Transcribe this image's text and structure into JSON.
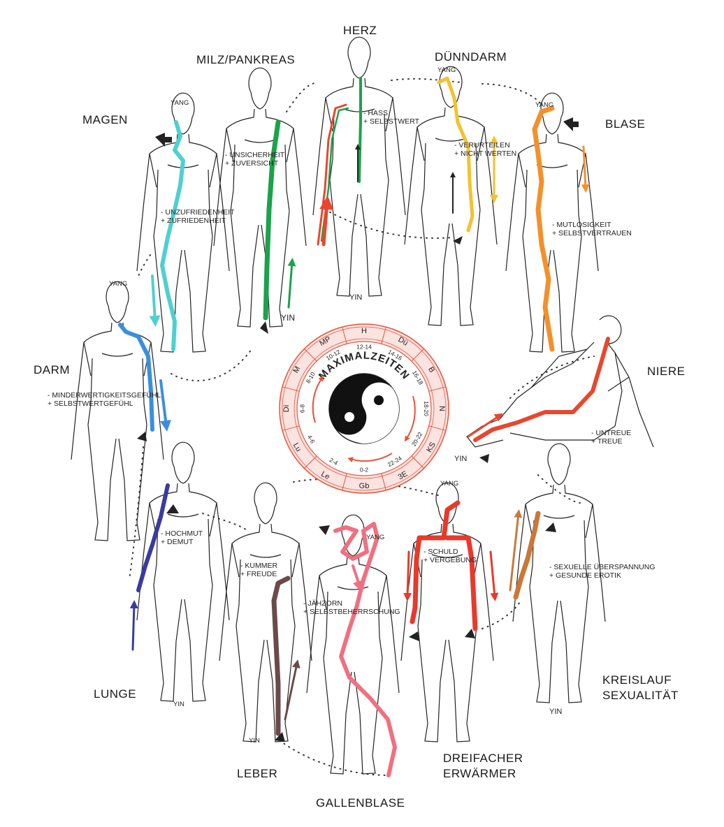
{
  "meridians": [
    {
      "id": "herz",
      "name": "HERZ",
      "emotion_neg": "- HASS",
      "emotion_pos": "+ SELBSTWERT",
      "yin_yang": "YIN",
      "color": "#1aa34a",
      "color2": "#e8472e"
    },
    {
      "id": "duenndarm",
      "name": "DÜNNDARM",
      "emotion_neg": "- VERURTEILEN",
      "emotion_pos": "+ NICHT WERTEN",
      "yin_yang": "YANG",
      "color": "#f2c230"
    },
    {
      "id": "blase",
      "name": "BLASE",
      "emotion_neg": "- MUTLOSIGKEIT",
      "emotion_pos": "+ SELBSTVERTRAUEN",
      "yin_yang": "YANG",
      "color": "#f4902a"
    },
    {
      "id": "niere",
      "name": "NIERE",
      "emotion_neg": "- UNTREUE",
      "emotion_pos": "+ TREUE",
      "yin_yang": "YIN",
      "color": "#e8472e"
    },
    {
      "id": "kreislauf",
      "name_line1": "KREISLAUF",
      "name_line2": "SEXUALITÄT",
      "emotion_neg": "- SEXUELLE ÜBERSPANNUNG",
      "emotion_pos": "+ GESUNDE EROTIK",
      "yin_yang": "YIN",
      "color": "#c9783a"
    },
    {
      "id": "dreifacher",
      "name_line1": "DREIFACHER",
      "name_line2": "ERWÄRMER",
      "emotion_neg": "- SCHULD",
      "emotion_pos": "+ VERGEBUNG",
      "yin_yang": "YANG",
      "color": "#e8392b"
    },
    {
      "id": "gallenblase",
      "name": "GALLENBLASE",
      "emotion_neg": "- JÄHZORN",
      "emotion_pos": "+ SELBSTBEHERRSCHUNG",
      "yin_yang": "YANG",
      "color": "#f07080"
    },
    {
      "id": "leber",
      "name": "LEBER",
      "emotion_neg": "- KUMMER",
      "emotion_pos": "+ FREUDE",
      "yin_yang": "YIN",
      "color": "#6b4a4a"
    },
    {
      "id": "lunge",
      "name": "LUNGE",
      "emotion_neg": "- HOCHMUT",
      "emotion_pos": "+ DEMUT",
      "yin_yang": "YIN",
      "color": "#3a3aa0"
    },
    {
      "id": "darm",
      "name": "DARM",
      "emotion_neg": "- MINDERWERTIGKEITSGEFÜHL",
      "emotion_pos": "+ SELBSTWERTGEFÜHL",
      "yin_yang": "YANG",
      "color": "#3a8ee0"
    },
    {
      "id": "magen",
      "name": "MAGEN",
      "emotion_neg": "- UNZUFRIEDENHEIT",
      "emotion_pos": "+ ZUFRIEDENHEIT",
      "yin_yang": "YANG",
      "color": "#4fd0d0"
    },
    {
      "id": "milz",
      "name": "MILZ/PANKREAS",
      "emotion_neg": "- UNSICHERHEIT",
      "emotion_pos": "+ ZUVERSICHT",
      "yin_yang": "YIN",
      "color": "#1aa34a"
    }
  ],
  "clock": {
    "title": "MAXIMALZEITEN",
    "segments": [
      {
        "abbr": "H",
        "time": "12-14"
      },
      {
        "abbr": "Dü",
        "time": "14-16"
      },
      {
        "abbr": "B",
        "time": "16-18"
      },
      {
        "abbr": "N",
        "time": "18-20"
      },
      {
        "abbr": "KS",
        "time": "20-22"
      },
      {
        "abbr": "3E",
        "time": "22-24"
      },
      {
        "abbr": "Gb",
        "time": "0-2"
      },
      {
        "abbr": "Le",
        "time": "2-4"
      },
      {
        "abbr": "Lu",
        "time": "4-6"
      },
      {
        "abbr": "Di",
        "time": "6-8"
      },
      {
        "abbr": "M",
        "time": "8-10"
      },
      {
        "abbr": "MP",
        "time": "10-12"
      }
    ],
    "ring_color": "#e8533a",
    "fill_color": "#fbe3e0"
  },
  "extra_labels": {
    "herz_yin": "YIN",
    "milz_yin": "YIN",
    "magen_yang": "YANG",
    "darm_yang": "YANG",
    "lunge_yin": "YIN",
    "leber_yin": "YIN",
    "gallen_yang": "YANG",
    "dreifacher_yang": "YANG",
    "kreislauf_yin": "YIN",
    "niere_yin": "YIN",
    "blase_yang": "YANG",
    "duenn_yang": "YANG"
  }
}
